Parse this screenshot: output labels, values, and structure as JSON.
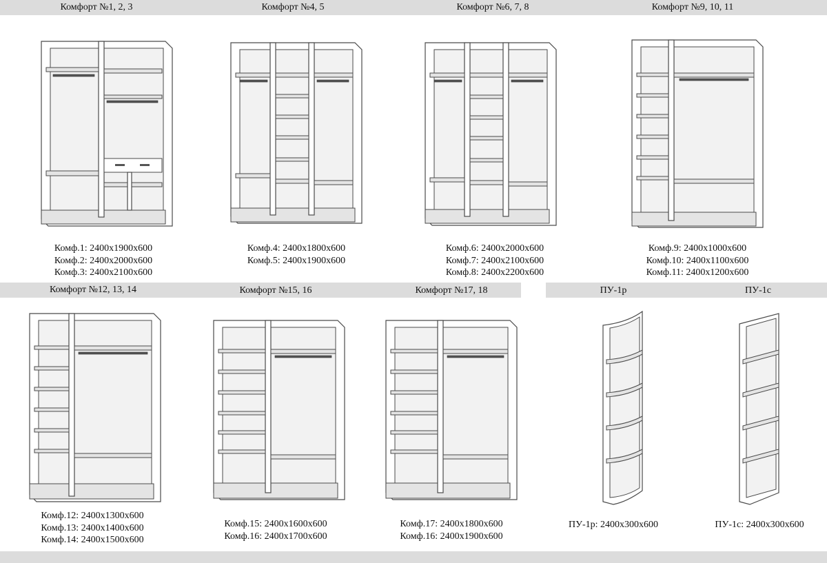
{
  "row1": {
    "headers": [
      "Комфорт №1, 2, 3",
      "Комфорт №4, 5",
      "Комфорт №6, 7, 8",
      "Комфорт №9, 10, 11"
    ],
    "captions": [
      [
        "Комф.1: 2400х1900х600",
        "Комф.2: 2400х2000х600",
        "Комф.3: 2400х2100х600"
      ],
      [
        "Комф.4: 2400х1800х600",
        "Комф.5: 2400х1900х600"
      ],
      [
        "Комф.6: 2400х2000х600",
        "Комф.7: 2400х2100х600",
        "Комф.8: 2400х2200х600"
      ],
      [
        "Комф.9: 2400х1000х600",
        "Комф.10: 2400х1100х600",
        "Комф.11: 2400х1200х600"
      ]
    ]
  },
  "row2": {
    "headers": [
      "Комфорт №12, 13, 14",
      "Комфорт №15, 16",
      "Комфорт №17, 18",
      "ПУ-1р",
      "ПУ-1с"
    ],
    "captions": [
      [
        "Комф.12: 2400х1300х600",
        "Комф.13: 2400х1400х600",
        "Комф.14: 2400х1500х600"
      ],
      [
        "Комф.15: 2400х1600х600",
        "Комф.16: 2400х1700х600"
      ],
      [
        "Комф.17: 2400х1800х600",
        "Комф.16: 2400х1900х600"
      ],
      [
        "ПУ-1р: 2400х300х600"
      ],
      [
        "ПУ-1с: 2400х300х600"
      ]
    ]
  },
  "colors": {
    "band": "#dcdcdc",
    "line": "#4a4a4a",
    "panel": "#f2f2f2"
  }
}
